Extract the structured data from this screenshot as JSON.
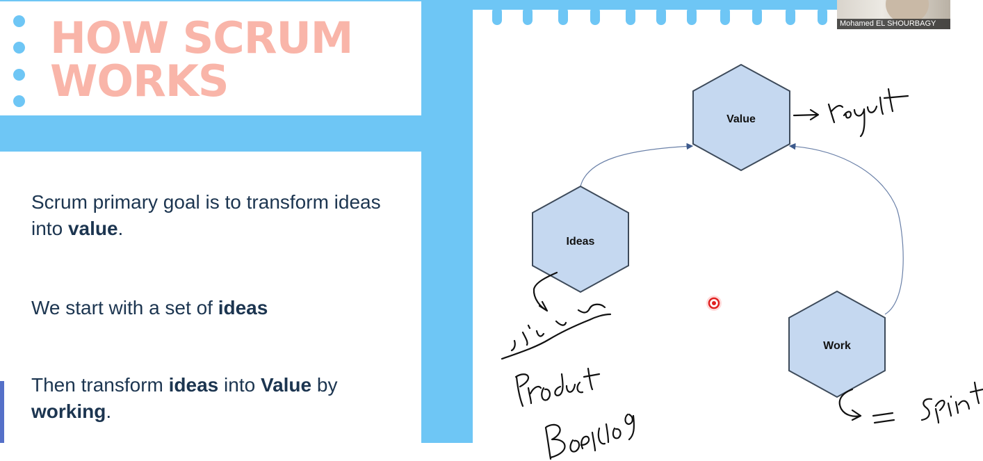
{
  "slide": {
    "title_line1": "HOW SCRUM",
    "title_line2": "WORKS",
    "para1": {
      "t1": "Scrum primary goal is to transform ideas into ",
      "b1": "value",
      "t2": "."
    },
    "para2": {
      "t1": "We start with a set of ",
      "b1": "ideas"
    },
    "para3": {
      "t1": "Then transform ",
      "b1": "ideas",
      "t2": " into ",
      "b2": "Value",
      "t3": " by ",
      "b3": "working",
      "t4": "."
    }
  },
  "diagram": {
    "nodes": {
      "value": "Value",
      "ideas": "Ideas",
      "work": "Work"
    },
    "annotations": {
      "value_note": "result",
      "ideas_note": "محطوطة Product Backlog",
      "work_note": "= Sprint"
    }
  },
  "webcam": {
    "name": "Mohamed EL SHOURBAGY"
  },
  "colors": {
    "accent_blue": "#6ec6f5",
    "title_salmon": "#f9b5a9",
    "body_text": "#1c3550",
    "hex_fill": "#c5d8f0",
    "hex_stroke": "#3d4a5a",
    "pointer_red": "#e02020"
  }
}
